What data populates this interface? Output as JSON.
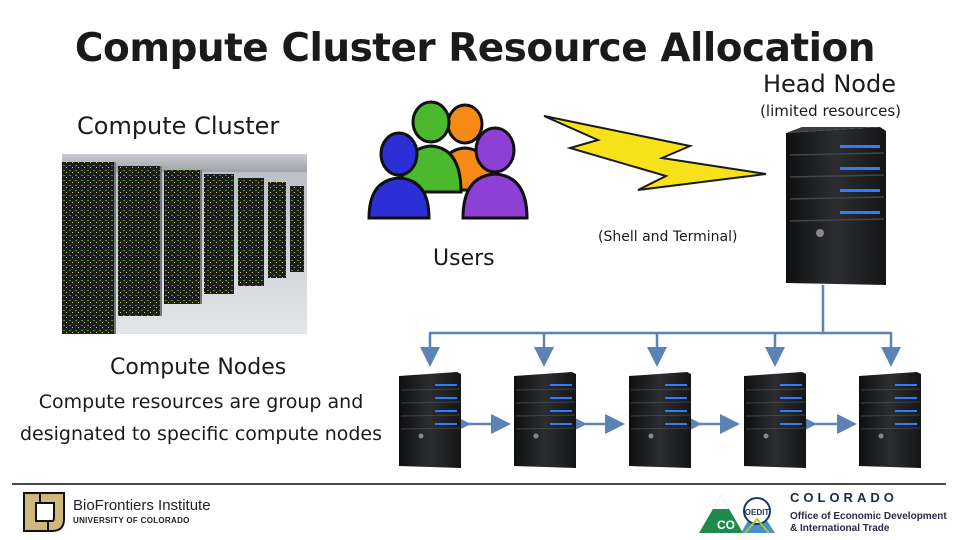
{
  "title": "Compute Cluster Resource Allocation",
  "head_node": {
    "label": "Head Node",
    "note": "(limited resources)"
  },
  "cluster": {
    "label": "Compute Cluster"
  },
  "users": {
    "label": "Users"
  },
  "connection": {
    "label": "(Shell and Terminal)"
  },
  "nodes": {
    "label": "Compute Nodes",
    "description": "Compute resources are group and designated to specific compute nodes",
    "count": 5
  },
  "footer": {
    "institute_name": "BioFrontiers Institute",
    "institute_sub": "UNIVERSITY OF COLORADO",
    "state_name": "COLORADO",
    "state_sub": "Office of Economic Development & International Trade",
    "oedit_badge": "OEDIT",
    "co_badge": "CO"
  },
  "colors": {
    "bolt": "#f7e21a",
    "arrow": "#5b84b4",
    "server_led": "#2e7bff",
    "user_blue": "#2d2fd6",
    "user_green": "#4bb82e",
    "user_orange": "#f58a16",
    "user_purple": "#8e3fd4"
  }
}
